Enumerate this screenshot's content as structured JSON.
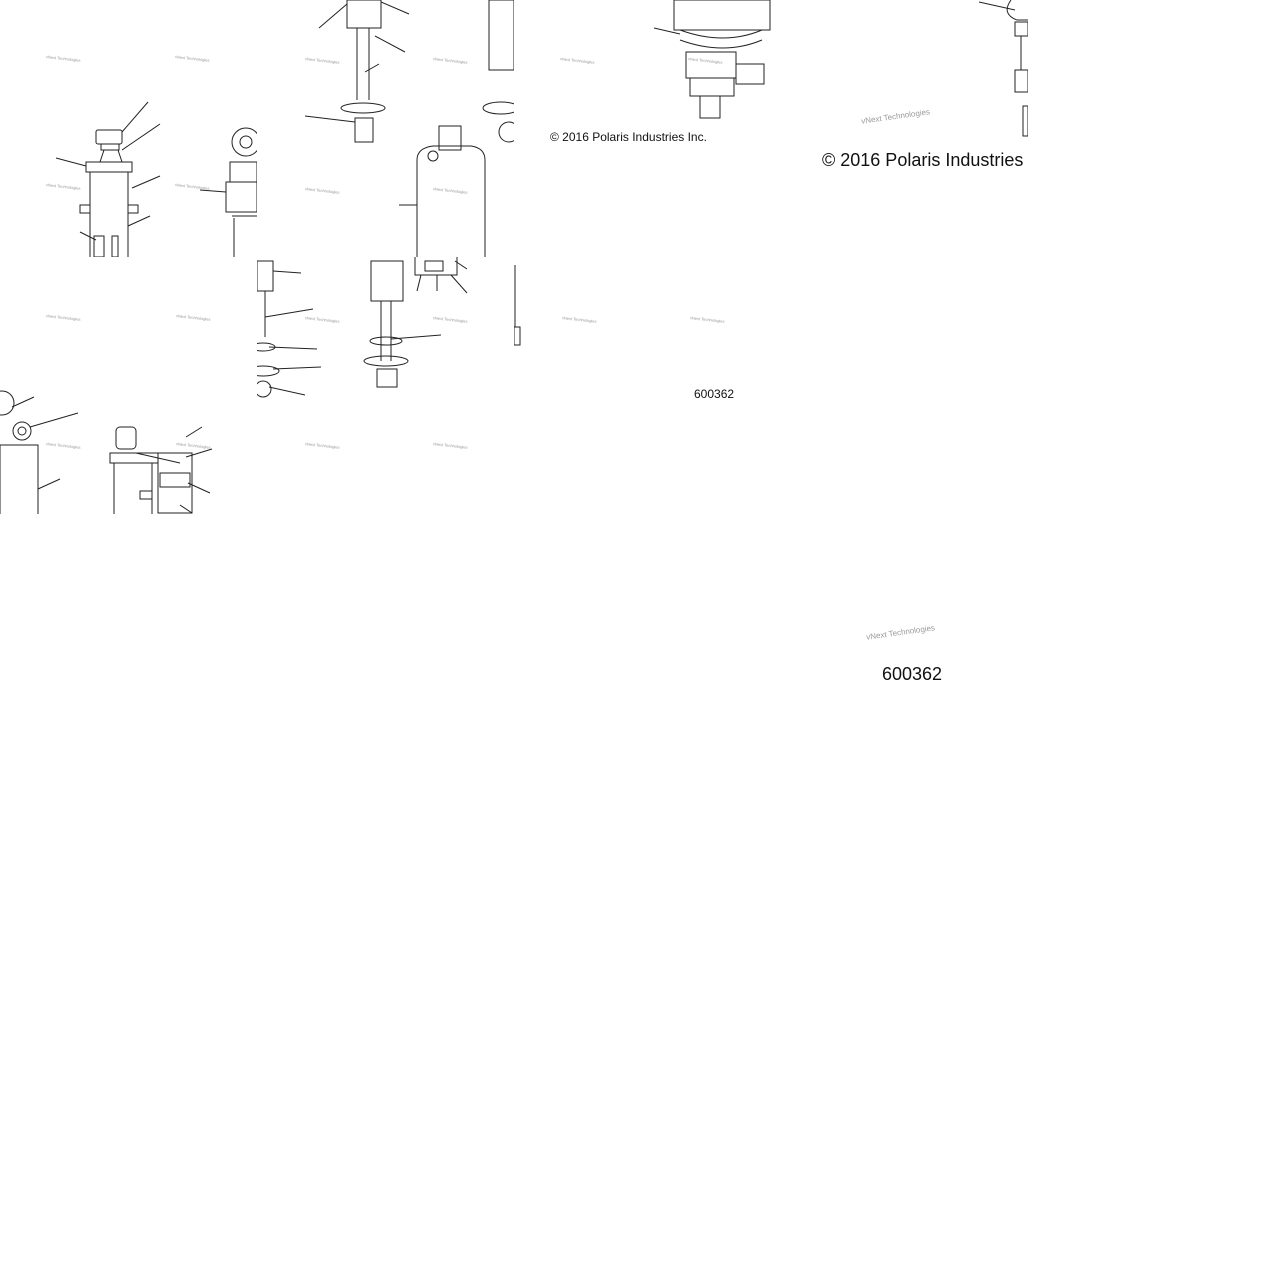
{
  "diagram": {
    "copyright_small": "© 2016 Polaris Industries Inc.",
    "copyright_large": "© 2016 Polaris Industries",
    "figure_number_small": "600362",
    "figure_number_large": "600362",
    "watermark": "vNext Technologies"
  }
}
